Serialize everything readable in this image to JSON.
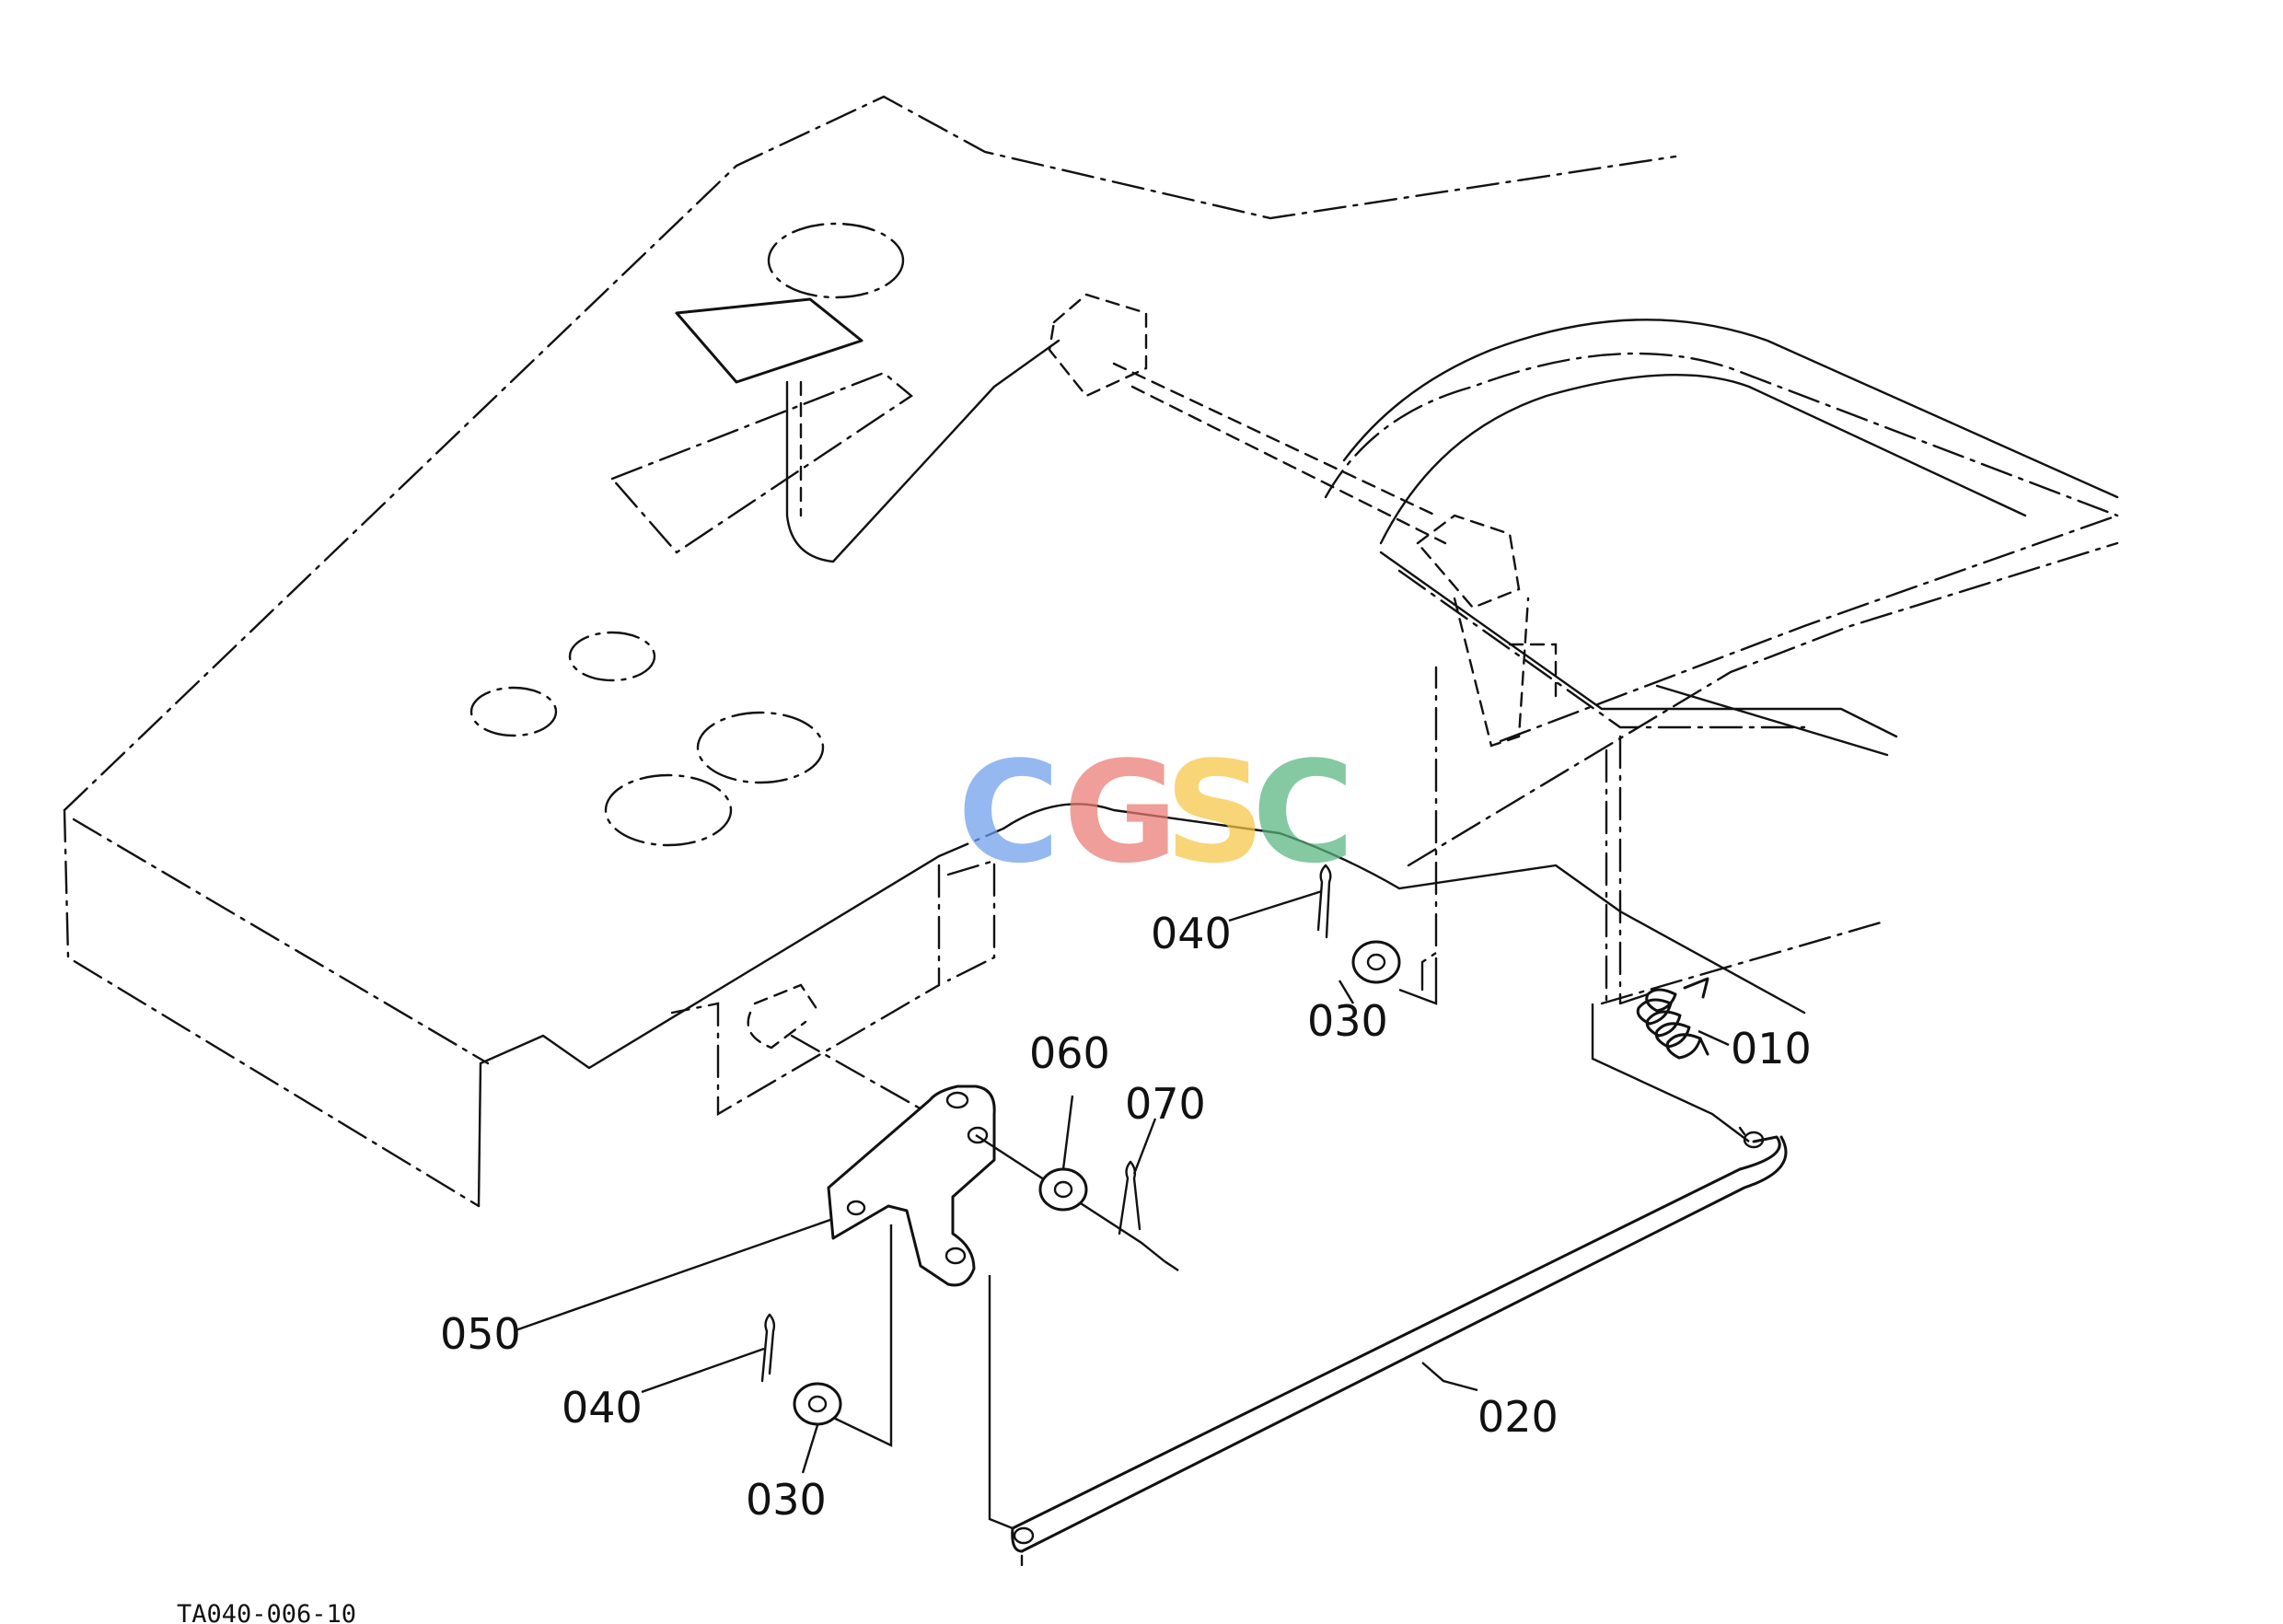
{
  "diagram_code": "TA040-006-10",
  "watermark": {
    "letters": [
      "C",
      "G",
      "S",
      "C"
    ],
    "colors": [
      "#6d9eeb",
      "#ea7a72",
      "#f6c542",
      "#57b57f"
    ]
  },
  "callouts": {
    "c010": "010",
    "c020": "020",
    "c030_upper": "030",
    "c030_lower": "030",
    "c040_upper": "040",
    "c040_lower": "040",
    "c050": "050",
    "c060": "060",
    "c070": "070"
  }
}
